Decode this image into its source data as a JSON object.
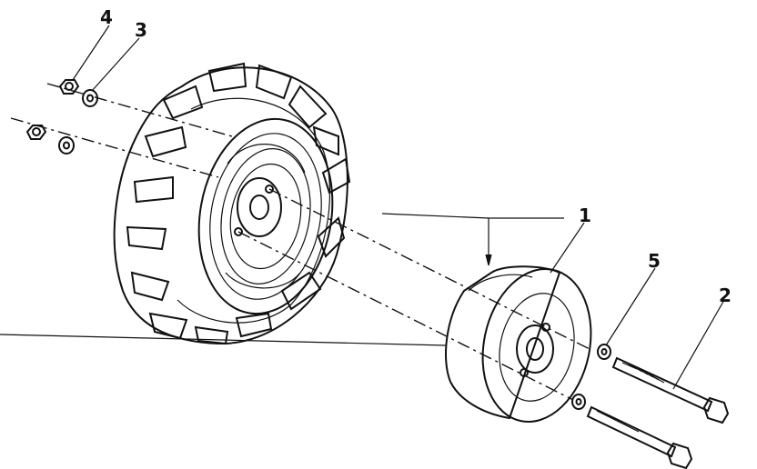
{
  "callouts": [
    {
      "id": "1",
      "label": "1"
    },
    {
      "id": "2",
      "label": "2"
    },
    {
      "id": "3",
      "label": "3"
    },
    {
      "id": "4",
      "label": "4"
    },
    {
      "id": "5",
      "label": "5"
    }
  ],
  "colors": {
    "ink": "#111111",
    "paper": "#ffffff",
    "stipple": "#222222"
  }
}
